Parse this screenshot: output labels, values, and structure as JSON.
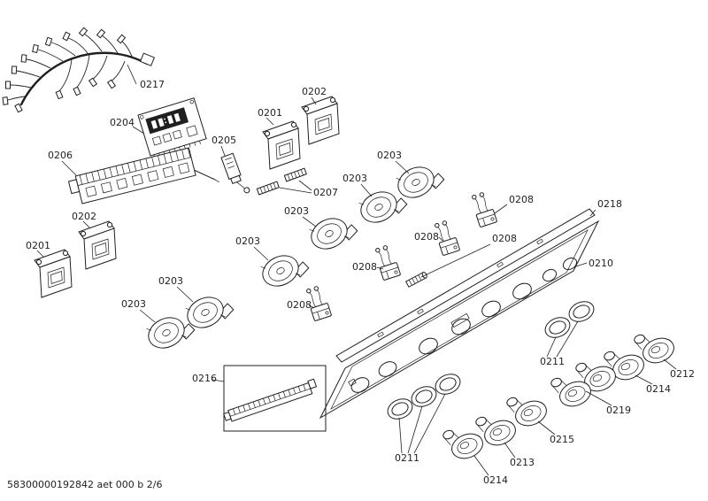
{
  "page": {
    "background_color": "#ffffff",
    "ink_color": "#1f1f1f",
    "footer_code": "58300000192842 aet 000 b 2/6"
  },
  "callouts": [
    {
      "id": "c0",
      "text": "0217"
    },
    {
      "id": "c1",
      "text": "0204"
    },
    {
      "id": "c2",
      "text": "0202"
    },
    {
      "id": "c3",
      "text": "0201"
    },
    {
      "id": "c4",
      "text": "0205"
    },
    {
      "id": "c5",
      "text": "0206"
    },
    {
      "id": "c6",
      "text": "0203"
    },
    {
      "id": "c7",
      "text": "0203"
    },
    {
      "id": "c8",
      "text": "0207"
    },
    {
      "id": "c9",
      "text": "0203"
    },
    {
      "id": "c10",
      "text": "0208"
    },
    {
      "id": "c11",
      "text": "0218"
    },
    {
      "id": "c12",
      "text": "0202"
    },
    {
      "id": "c13",
      "text": "0208"
    },
    {
      "id": "c14",
      "text": "0208"
    },
    {
      "id": "c15",
      "text": "0201"
    },
    {
      "id": "c16",
      "text": "0203"
    },
    {
      "id": "c17",
      "text": "0210"
    },
    {
      "id": "c18",
      "text": "0208"
    },
    {
      "id": "c19",
      "text": "0203"
    },
    {
      "id": "c20",
      "text": "0203"
    },
    {
      "id": "c21",
      "text": "0208"
    },
    {
      "id": "c22",
      "text": "0216"
    },
    {
      "id": "c23",
      "text": "0211"
    },
    {
      "id": "c24",
      "text": "0212"
    },
    {
      "id": "c25",
      "text": "0214"
    },
    {
      "id": "c26",
      "text": "0219"
    },
    {
      "id": "c27",
      "text": "0215"
    },
    {
      "id": "c28",
      "text": "0211"
    },
    {
      "id": "c29",
      "text": "0213"
    },
    {
      "id": "c30",
      "text": "0214"
    }
  ]
}
